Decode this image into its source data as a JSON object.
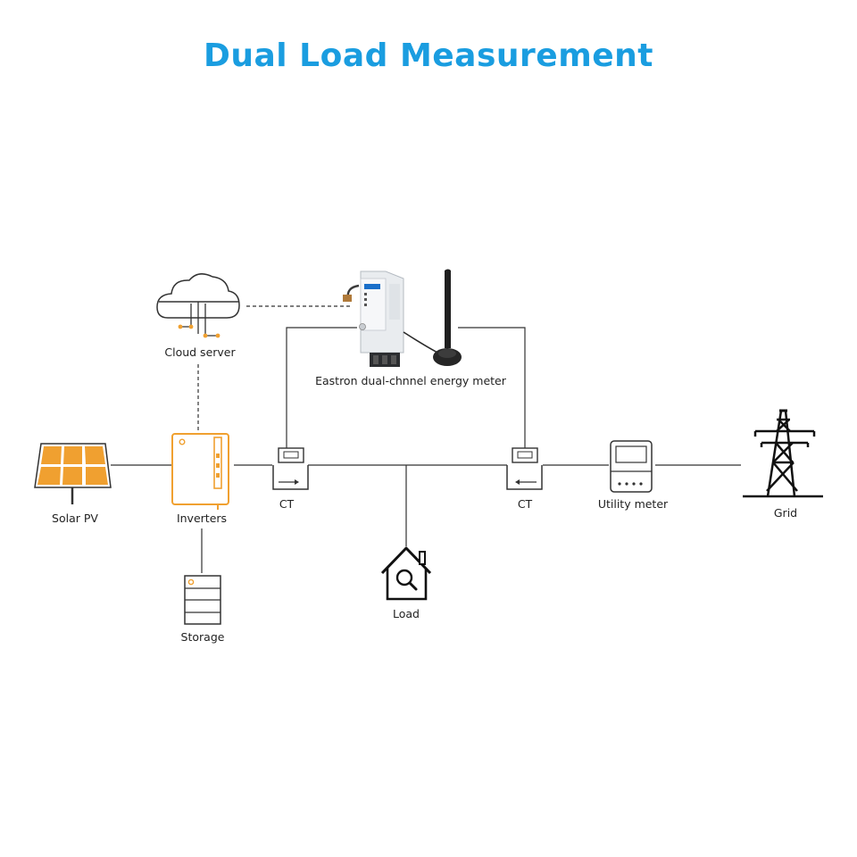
{
  "title": "Dual Load Measurement",
  "labels": {
    "cloud_server": "Cloud server",
    "energy_meter": "Eastron dual-chnnel energy meter",
    "solar_pv": "Solar PV",
    "inverters": "Inverters",
    "ct_left": "CT",
    "ct_right": "CT",
    "utility_meter": "Utility meter",
    "grid": "Grid",
    "load": "Load",
    "storage": "Storage"
  },
  "colors": {
    "title": "#1a9de0",
    "accent": "#f0a030",
    "line": "#333333"
  }
}
